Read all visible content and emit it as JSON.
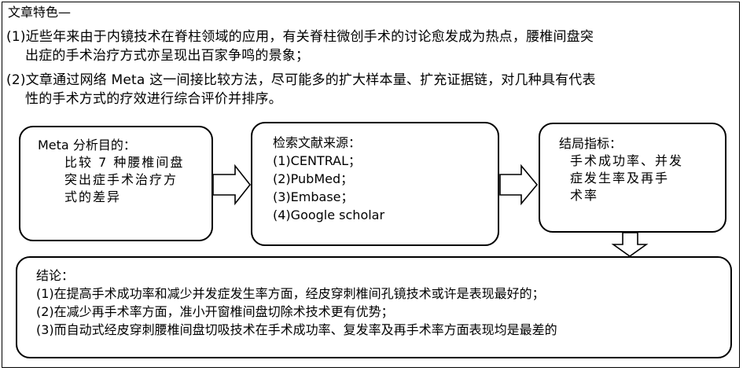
{
  "heading": "文章特色—",
  "features": [
    {
      "line1": "(1)近些年来由于内镜技术在脊柱领域的应用，有关脊柱微创手术的讨论愈发成为热点，腰椎间盘突",
      "line2": "出症的手术治疗方式亦呈现出百家争鸣的景象；"
    },
    {
      "line1": "(2)文章通过网络 Meta 这一间接比较方法，尽可能多的扩大样本量、扩充证据链，对几种具有代表",
      "line2": "性的手术方式的疗效进行综合评价并排序。"
    }
  ],
  "purpose": {
    "title": "Meta 分析目的：",
    "lines": [
      "比较 7 种腰椎间盘",
      "突出症手术治疗方",
      "式的差异"
    ]
  },
  "sources": {
    "title": "检索文献来源：",
    "items": [
      "(1)CENTRAL；",
      "(2)PubMed；",
      "(3)Embase；",
      "(4)Google scholar"
    ]
  },
  "outcomes": {
    "title": "结局指标：",
    "lines": [
      "手术成功率、并发",
      "症发生率及再手",
      "术率"
    ]
  },
  "conclusion": {
    "title": "结论：",
    "items": [
      "(1)在提高手术成功率和减少并发症发生率方面，经皮穿刺椎间孔镜技术或许是表现最好的；",
      "(2)在减少再手术率方面，准小开窗椎间盘切除术技术更有优势；",
      "(3)而自动式经皮穿刺腰椎间盘切吸技术在手术成功率、复发率及再手术率方面表现均是最差的"
    ]
  }
}
